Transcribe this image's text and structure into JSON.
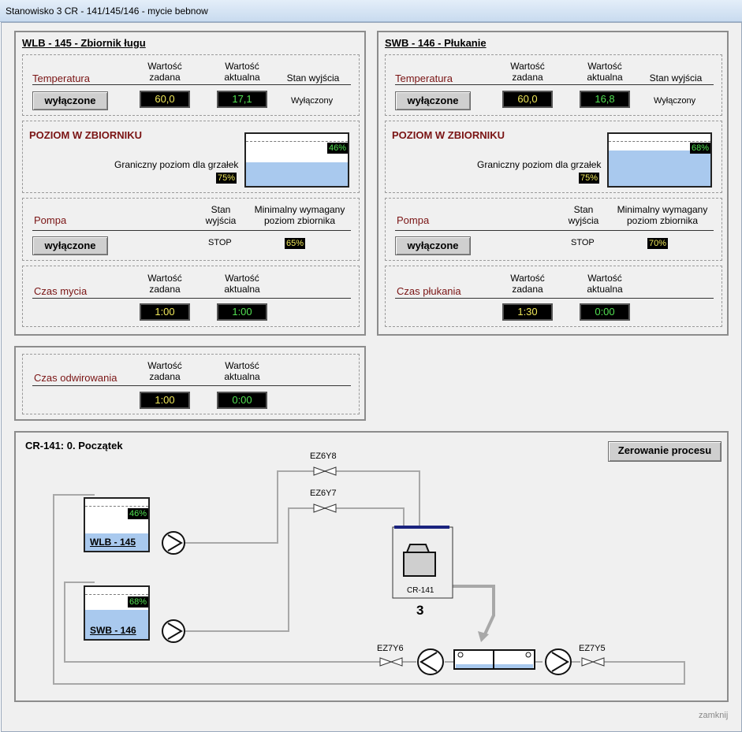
{
  "window": {
    "title": "Stanowisko 3 CR - 141/145/146 - mycie bebnow"
  },
  "left": {
    "title": "WLB - 145 - Zbiornik ługu",
    "temperature": {
      "label": "Temperatura",
      "col_set": [
        "Wartość",
        "zadana"
      ],
      "col_actual": [
        "Wartość",
        "aktualna"
      ],
      "col_state": "Stan wyjścia",
      "button": "wyłączone",
      "set": "60,0",
      "actual": "17,1",
      "state": "Wyłączony"
    },
    "level": {
      "title": "POZIOM W ZBIORNIKU",
      "threshold_label": "Graniczny poziom dla grzałek",
      "threshold": "75%",
      "level_pct": "46%",
      "level_value": 0.46
    },
    "pump": {
      "label": "Pompa",
      "col_state": [
        "Stan",
        "wyjścia"
      ],
      "col_min": [
        "Minimalny wymagany",
        "poziom zbiornika"
      ],
      "button": "wyłączone",
      "state": "STOP",
      "min_level": "65%"
    },
    "time": {
      "label": "Czas mycia",
      "col_set": [
        "Wartość",
        "zadana"
      ],
      "col_actual": [
        "Wartość",
        "aktualna"
      ],
      "set": "1:00",
      "actual": "1:00"
    }
  },
  "right": {
    "title": "SWB - 146 - Płukanie",
    "temperature": {
      "label": "Temperatura",
      "col_set": [
        "Wartość",
        "zadana"
      ],
      "col_actual": [
        "Wartość",
        "aktualna"
      ],
      "col_state": "Stan wyjścia",
      "button": "wyłączone",
      "set": "60,0",
      "actual": "16,8",
      "state": "Wyłączony"
    },
    "level": {
      "title": "POZIOM W ZBIORNIKU",
      "threshold_label": "Graniczny poziom dla grzałek",
      "threshold": "75%",
      "level_pct": "68%",
      "level_value": 0.68
    },
    "pump": {
      "label": "Pompa",
      "col_state": [
        "Stan",
        "wyjścia"
      ],
      "col_min": [
        "Minimalny wymagany",
        "poziom zbiornika"
      ],
      "button": "wyłączone",
      "state": "STOP",
      "min_level": "70%"
    },
    "time": {
      "label": "Czas płukania",
      "col_set": [
        "Wartość",
        "zadana"
      ],
      "col_actual": [
        "Wartość",
        "aktualna"
      ],
      "set": "1:30",
      "actual": "0:00"
    }
  },
  "spin": {
    "label": "Czas odwirowania",
    "col_set": [
      "Wartość",
      "zadana"
    ],
    "col_actual": [
      "Wartość",
      "aktualna"
    ],
    "set": "1:00",
    "actual": "0:00"
  },
  "process": {
    "status": "CR-141: 0. Początek",
    "reset_button": "Zerowanie procesu",
    "tank1": {
      "name": "WLB - 145",
      "pct": "46%",
      "level": 0.46
    },
    "tank2": {
      "name": "SWB - 146",
      "pct": "68%",
      "level": 0.68
    },
    "valves": [
      "EZ6Y8",
      "EZ6Y7",
      "EZ7Y6",
      "EZ7Y5"
    ],
    "drum": {
      "name": "CR-141",
      "number": "3"
    }
  },
  "footer": {
    "close": "zamknij"
  },
  "colors": {
    "display_yellow": "#f0e85a",
    "display_green": "#52e052",
    "label_red": "#7a1414",
    "liquid": "#a9c9ee"
  }
}
